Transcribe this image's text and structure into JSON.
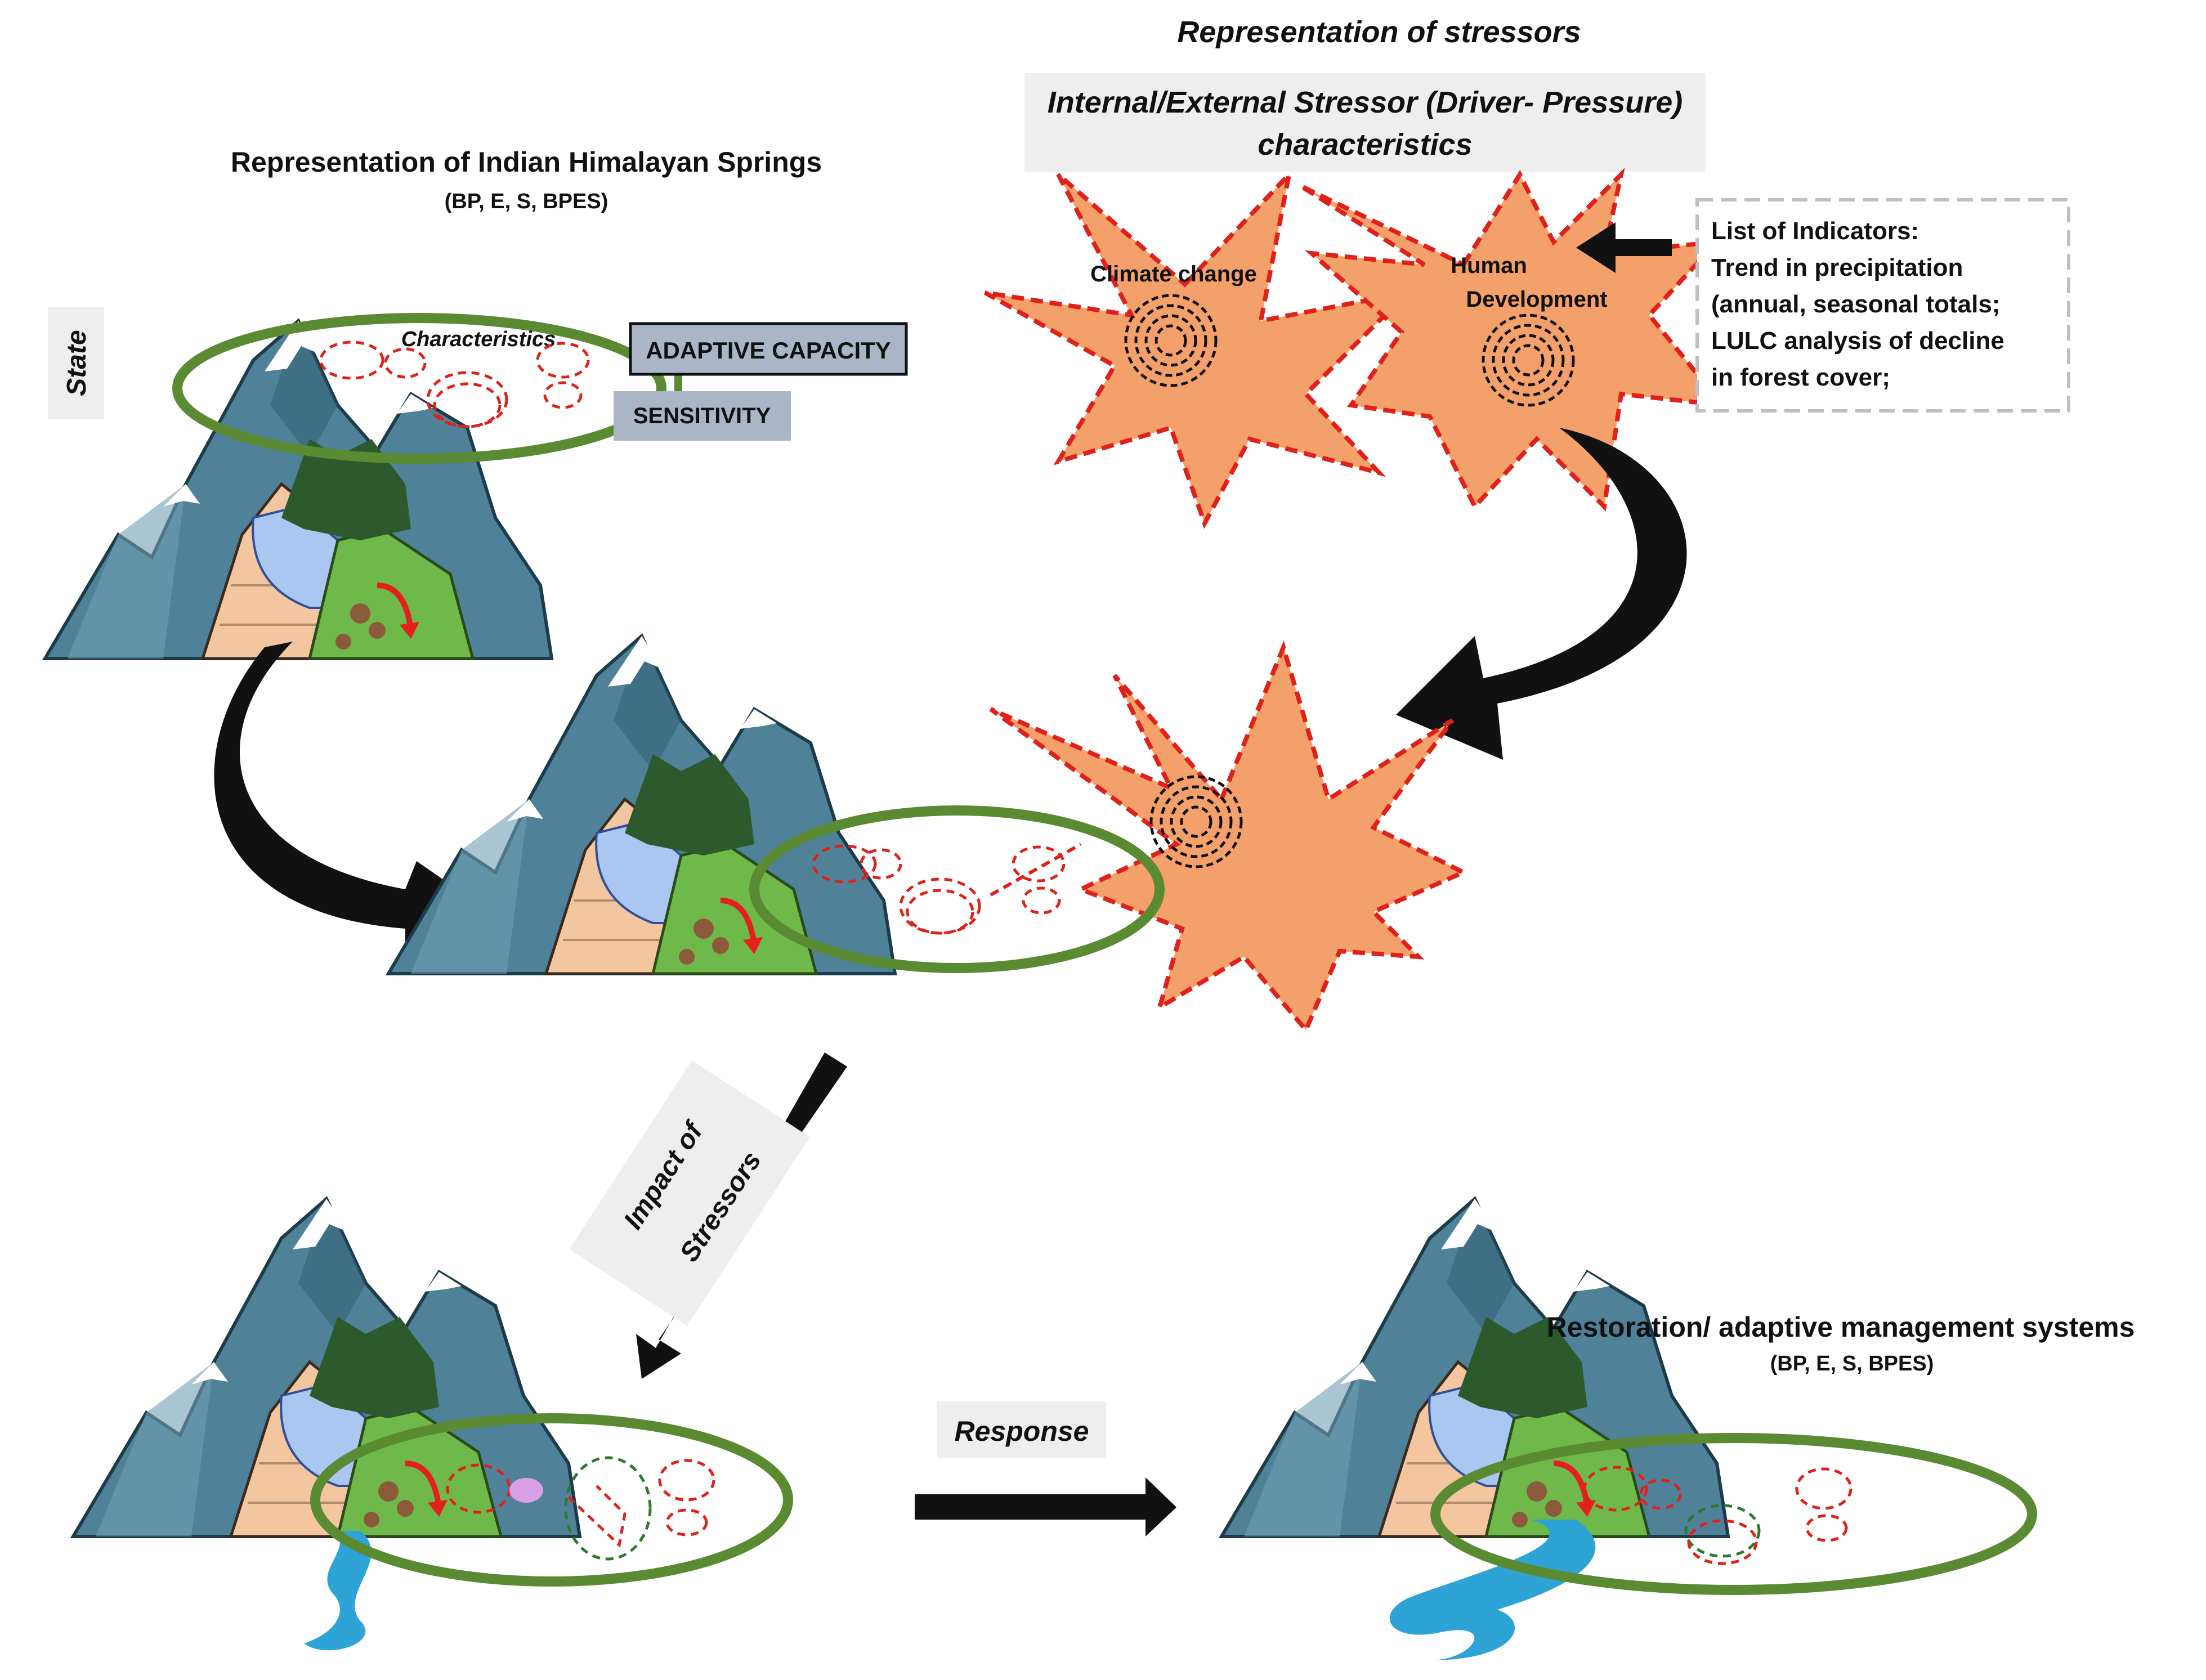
{
  "stressors_title": "Representation of stressors",
  "stressor_box": {
    "line1": "Internal/External Stressor  (Driver- Pressure)",
    "line2": "characteristics"
  },
  "springs": {
    "title": "Representation of Indian Himalayan Springs",
    "subtitle": "(BP, E, S, BPES)"
  },
  "state_label": "State",
  "characteristics_label": "Characteristics",
  "adaptive_capacity": "ADAPTIVE CAPACITY",
  "sensitivity": "SENSITIVITY",
  "climate_change": "Climate change",
  "human_development": {
    "line1": "Human",
    "line2": "Development"
  },
  "indicators": {
    "line1": "List of Indicators:",
    "line2": "Trend in precipitation",
    "line3": "(annual, seasonal totals;",
    "line4": "LULC analysis of decline",
    "line5": "in forest cover;"
  },
  "impact": {
    "line1": "Impact of",
    "line2": "Stressors"
  },
  "response_label": "Response",
  "restoration": {
    "title": "Restoration/ adaptive management systems",
    "subtitle": "(BP, E, S, BPES)"
  },
  "colors": {
    "star_fill": "#f4a06b",
    "star_stroke": "#e0201a",
    "ellipse_green": "#5a8a32",
    "label_box": "#aab6c8",
    "title_box": "#eeeeee",
    "mountain": "#4a7d93",
    "water": "#2ea4d6"
  }
}
